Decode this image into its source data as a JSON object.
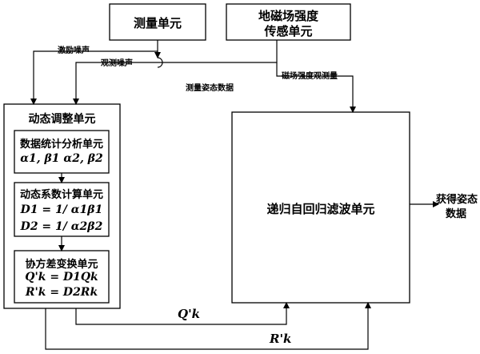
{
  "blocks": {
    "measurement_unit": "测量单元",
    "geomag_sensor_line1": "地磁场强度",
    "geomag_sensor_line2": "传感单元",
    "dynamic_adjust_unit": "动态调整单元",
    "stats_unit": "数据统计分析单元",
    "stats_params": "α1, β1 α2, β2",
    "coef_unit": "动态系数计算单元",
    "coef_d1": "D1 = 1/ α1β1",
    "coef_d2": "D2 = 1/ α2β2",
    "cov_unit": "协方差变换单元",
    "cov_q": "Q'k = D1Qk",
    "cov_r": "R'k = D2Rk",
    "recursive_filter_unit": "递归自回归滤波单元"
  },
  "labels": {
    "excitation_noise": "激励噪声",
    "observation_noise": "观测噪声",
    "attitude_measurement": "测量姿态数据",
    "field_strength_observation": "磁场强度观测量",
    "output_line1": "获得姿态",
    "output_line2": "数据",
    "q_prime": "Q'k",
    "r_prime": "R'k"
  }
}
